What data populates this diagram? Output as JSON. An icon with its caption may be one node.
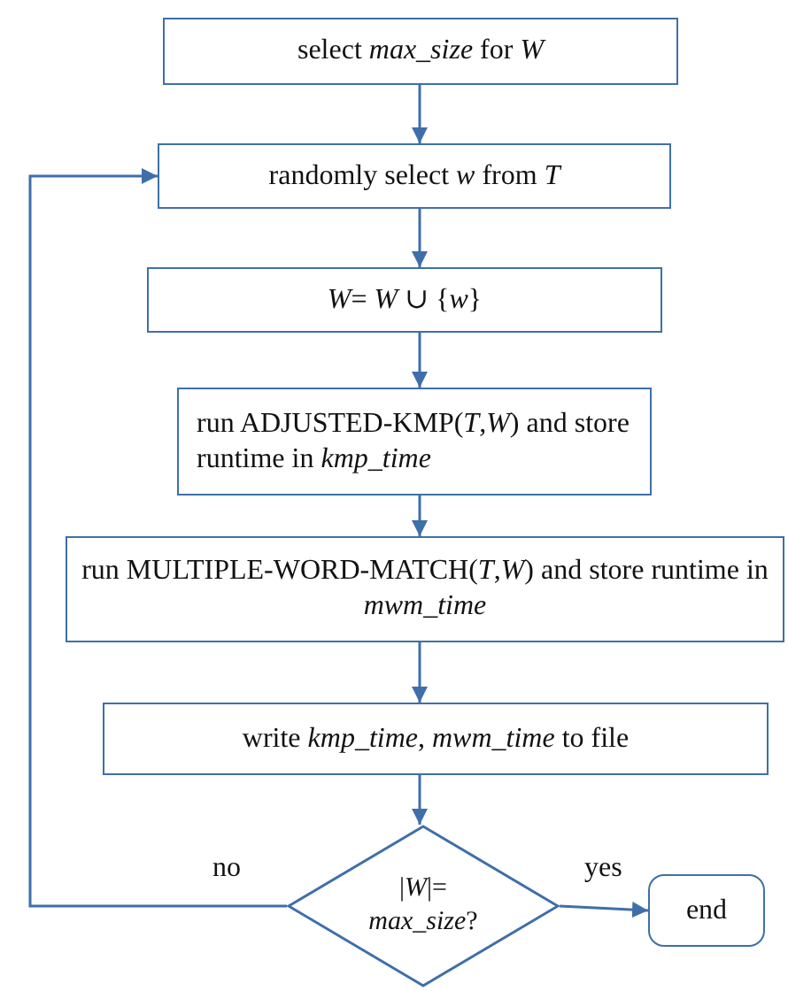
{
  "diagram": {
    "nodes": [
      {
        "text": [
          "select *max_size* for *W*"
        ]
      },
      {
        "text": [
          "randomly select *w* from *T*"
        ]
      },
      {
        "text": [
          "*W*= *W* ∪ {*w*}"
        ]
      },
      {
        "text": [
          "run ADJUSTED-KMP(*T*,*W*) and store runtime in *kmp_time*"
        ]
      },
      {
        "text": [
          "run MULTIPLE-WORD-MATCH(*T*,*W*) and store runtime in *mwm_time*"
        ]
      },
      {
        "text": [
          "write *kmp_time*, *mwm_time* to file"
        ]
      },
      {
        "text": [
          "|*W*|= *max_size*?"
        ]
      },
      {
        "text": [
          "end"
        ]
      }
    ],
    "edges": [
      {
        "from": 0,
        "to": 1,
        "arrow": "to"
      },
      {
        "from": 1,
        "to": 2,
        "arrow": "to"
      },
      {
        "from": 2,
        "to": 3,
        "arrow": "to"
      },
      {
        "from": 3,
        "to": 4,
        "arrow": "to"
      },
      {
        "from": 4,
        "to": 5,
        "arrow": "to"
      },
      {
        "from": 5,
        "to": 6,
        "arrow": "to"
      },
      {
        "from": 6,
        "to": 7,
        "label": "yes",
        "arrow": "to"
      },
      {
        "from": 6,
        "to": 1,
        "label": "no",
        "arrow": "to"
      }
    ]
  }
}
